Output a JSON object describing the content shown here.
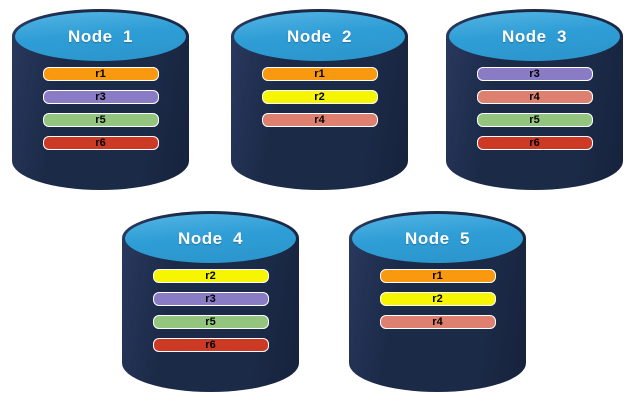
{
  "palette": {
    "cylinder_body_navy": "#1b2a47",
    "cylinder_top_blue": "#2f9ed6",
    "bar_border_white": "#ffffff",
    "replica_colors": {
      "r1": "#f8990f",
      "r2": "#f6f602",
      "r3": "#8a7bc5",
      "r4": "#dd8070",
      "r5": "#93c57e",
      "r6": "#cc3a26"
    }
  },
  "nodes": [
    {
      "title": "Node  1",
      "bars": [
        {
          "label": "r1",
          "color": "#f8990f"
        },
        {
          "label": "r3",
          "color": "#8a7bc5"
        },
        {
          "label": "r5",
          "color": "#93c57e"
        },
        {
          "label": "r6",
          "color": "#cc3a26"
        }
      ]
    },
    {
      "title": "Node  2",
      "bars": [
        {
          "label": "r1",
          "color": "#f8990f"
        },
        {
          "label": "r2",
          "color": "#f6f602"
        },
        {
          "label": "r4",
          "color": "#dd8070"
        }
      ]
    },
    {
      "title": "Node  3",
      "bars": [
        {
          "label": "r3",
          "color": "#8a7bc5"
        },
        {
          "label": "r4",
          "color": "#dd8070"
        },
        {
          "label": "r5",
          "color": "#93c57e"
        },
        {
          "label": "r6",
          "color": "#cc3a26"
        }
      ]
    },
    {
      "title": "Node  4",
      "bars": [
        {
          "label": "r2",
          "color": "#f6f602"
        },
        {
          "label": "r3",
          "color": "#8a7bc5"
        },
        {
          "label": "r5",
          "color": "#93c57e"
        },
        {
          "label": "r6",
          "color": "#cc3a26"
        }
      ]
    },
    {
      "title": "Node  5",
      "bars": [
        {
          "label": "r1",
          "color": "#f8990f"
        },
        {
          "label": "r2",
          "color": "#f6f602"
        },
        {
          "label": "r4",
          "color": "#dd8070"
        }
      ]
    }
  ]
}
